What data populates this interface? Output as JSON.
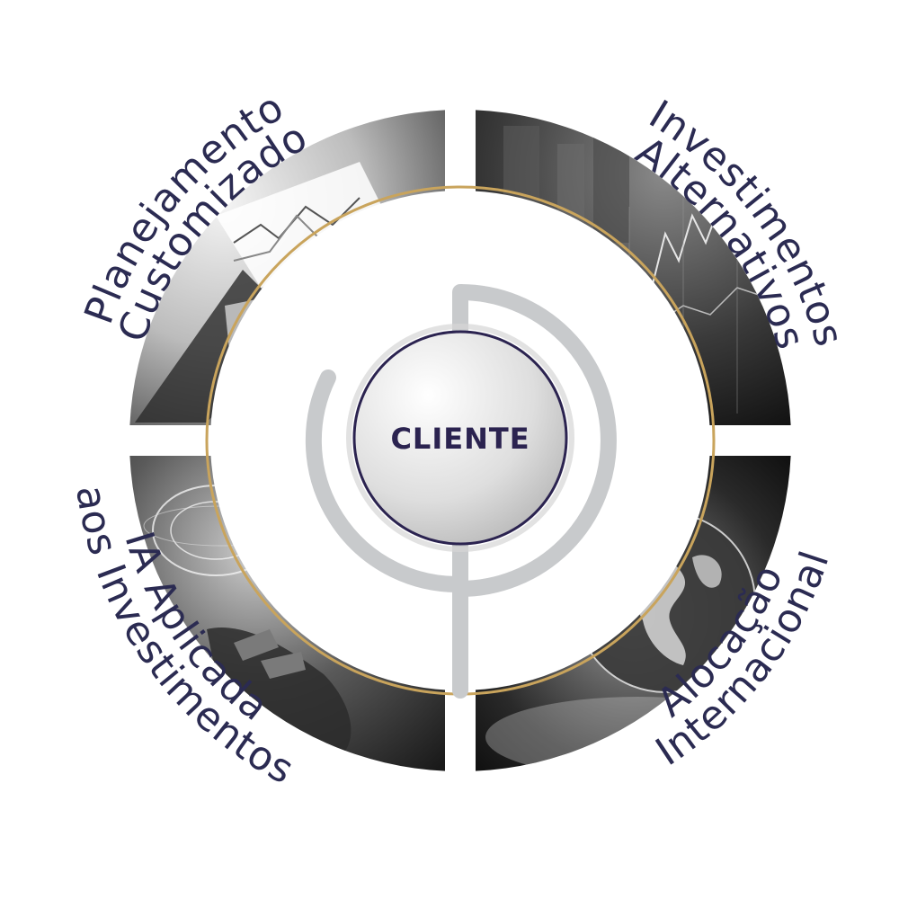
{
  "center": {
    "label": "CLIENTE"
  },
  "quadrants": [
    {
      "id": "top-left",
      "line1": "Planejamento",
      "line2": "Customizado",
      "photo": "laptop-with-charts"
    },
    {
      "id": "top-right",
      "line1": "Investimentos",
      "line2": "Alternativos",
      "photo": "stock-market-chart"
    },
    {
      "id": "bottom-left",
      "line1": "IA Aplicada",
      "line2": "aos Investimentos",
      "photo": "robot-hand-ai-brain"
    },
    {
      "id": "bottom-right",
      "line1": "Alocação",
      "line2": "Internacional",
      "photo": "globe-in-hand"
    }
  ],
  "colors": {
    "gold_ring": "#c9a45c",
    "center_border": "#2b2350",
    "text": "#2b2b52",
    "gray_arc": "#c8cacc"
  }
}
